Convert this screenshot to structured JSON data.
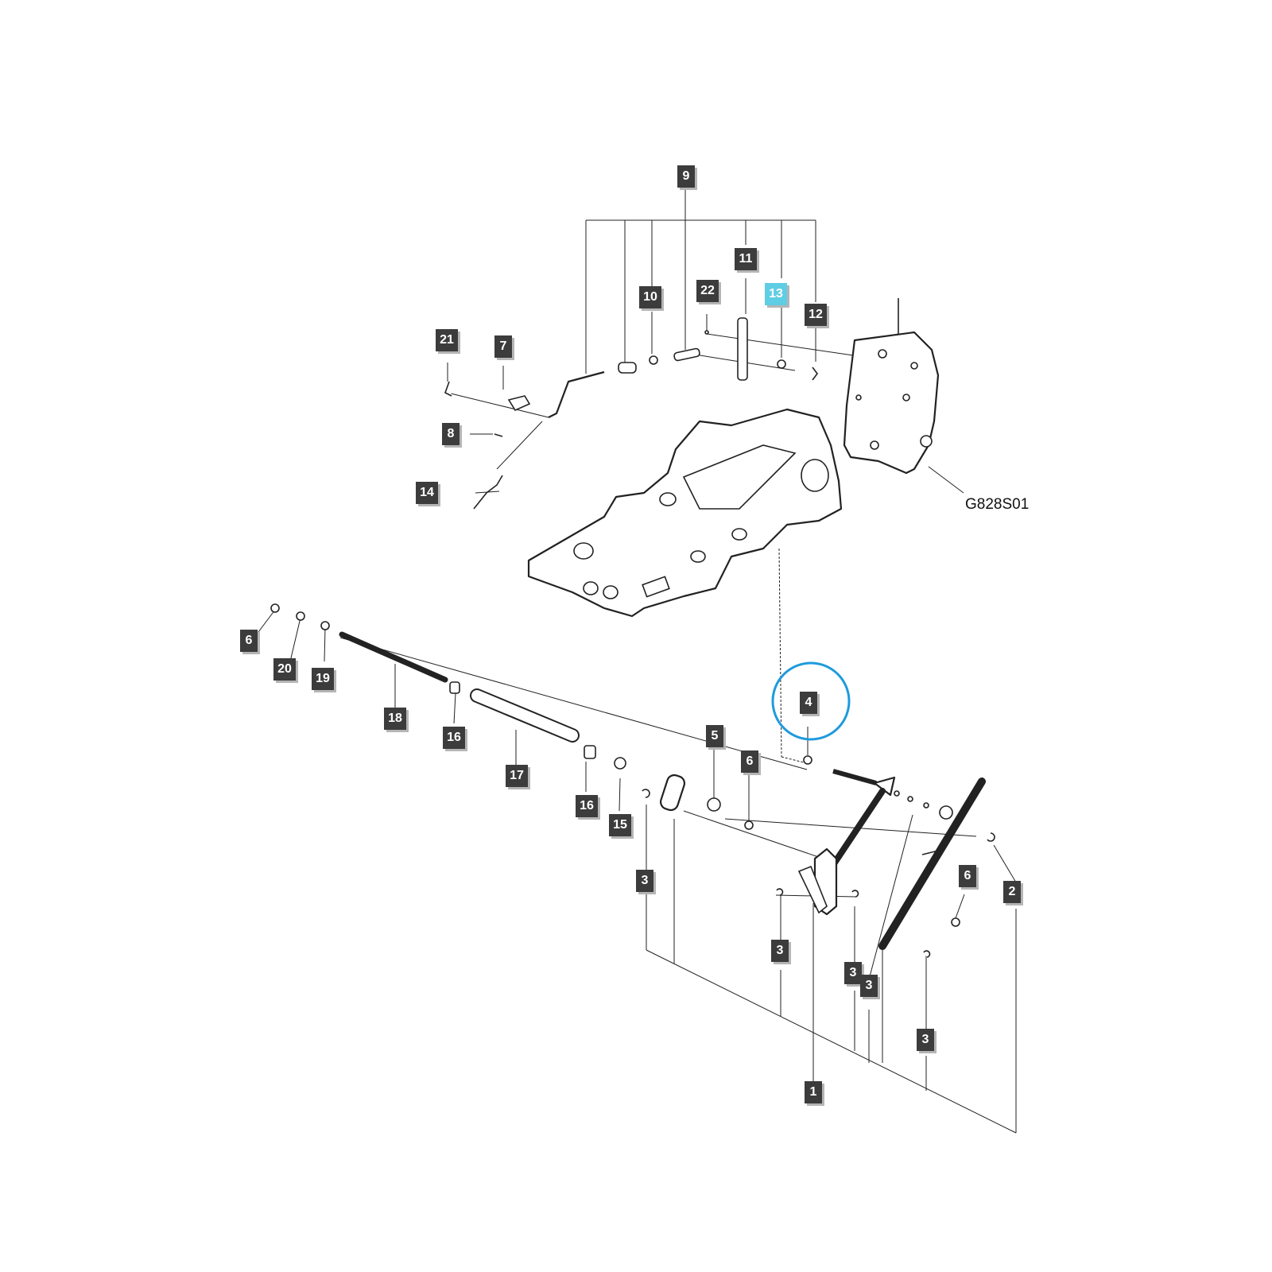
{
  "diagram": {
    "drawing_code": "G828S01",
    "highlight_color": "#5fcde4",
    "focus_circle_color": "#1e9bdc",
    "selected_label": "13",
    "circled_label": "4",
    "callouts": {
      "c1": "1",
      "c2": "2",
      "c3a": "3",
      "c3b": "3",
      "c3c": "3",
      "c3d": "3",
      "c3e": "3",
      "c4": "4",
      "c5": "5",
      "c6a": "6",
      "c6b": "6",
      "c6c": "6",
      "c7": "7",
      "c8": "8",
      "c9": "9",
      "c10": "10",
      "c11": "11",
      "c12": "12",
      "c13": "13",
      "c14": "14",
      "c15": "15",
      "c16a": "16",
      "c16b": "16",
      "c17": "17",
      "c18": "18",
      "c19": "19",
      "c20": "20",
      "c21": "21",
      "c22": "22"
    }
  }
}
